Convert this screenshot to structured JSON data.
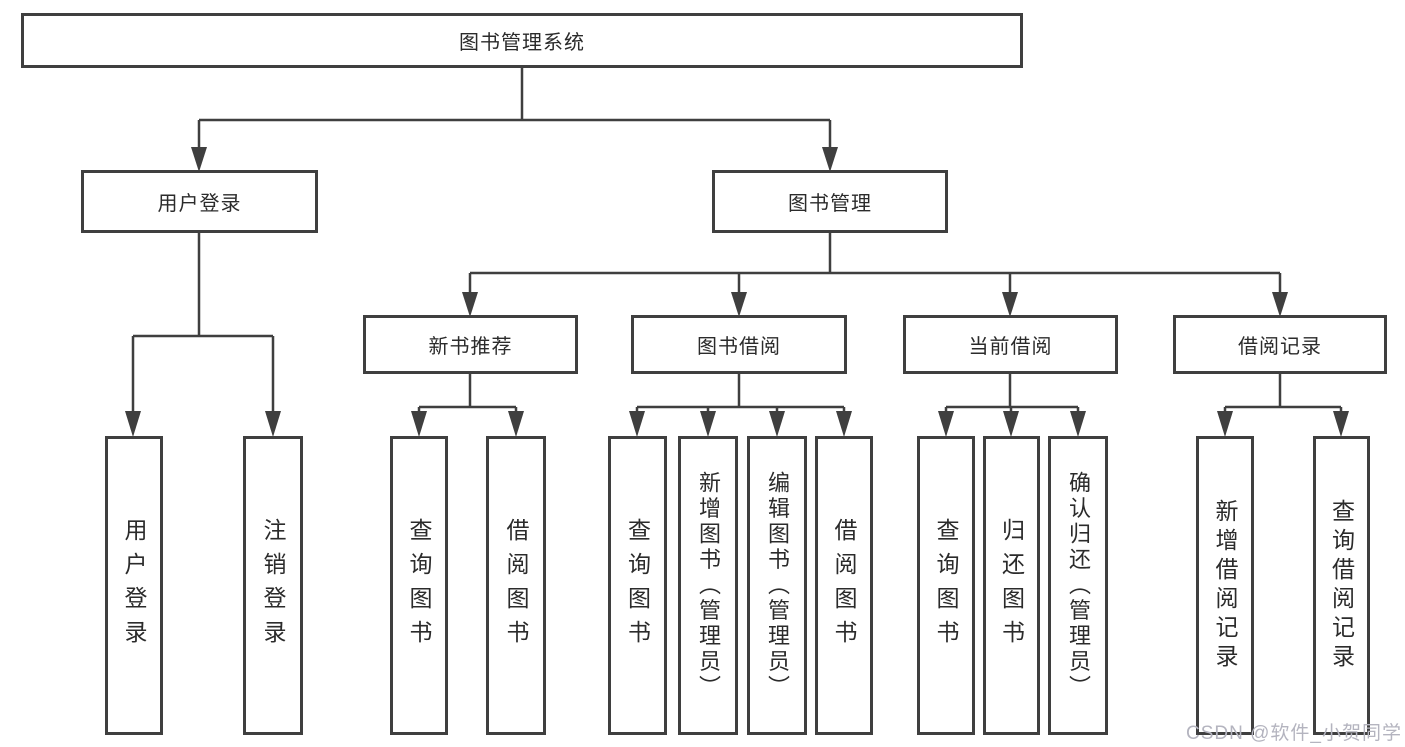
{
  "colors": {
    "background": "#ffffff",
    "line": "#3f3f3f",
    "box_border": "#3f3f3f",
    "text": "#2b2b2b",
    "watermark": "#b4b4bf"
  },
  "diagram": {
    "type": "hierarchy-tree",
    "root": "图书管理系统",
    "level2": {
      "user_login": "用户登录",
      "book_management": "图书管理"
    },
    "level3": {
      "new_book_recommend": "新书推荐",
      "book_borrowing": "图书借阅",
      "current_borrowing": "当前借阅",
      "borrowing_records": "借阅记录"
    },
    "leaves": {
      "user_login": [
        "用户登录",
        "注销登录"
      ],
      "new_book_recommend": [
        "查询图书",
        "借阅图书"
      ],
      "book_borrowing": [
        "查询图书",
        "新增图书（管理员）",
        "编辑图书（管理员）",
        "借阅图书"
      ],
      "current_borrowing": [
        "查询图书",
        "归还图书",
        "确认归还（管理员）"
      ],
      "borrowing_records": [
        "新增借阅记录",
        "查询借阅记录"
      ]
    }
  },
  "watermark": "CSDN @软件_小贺同学"
}
